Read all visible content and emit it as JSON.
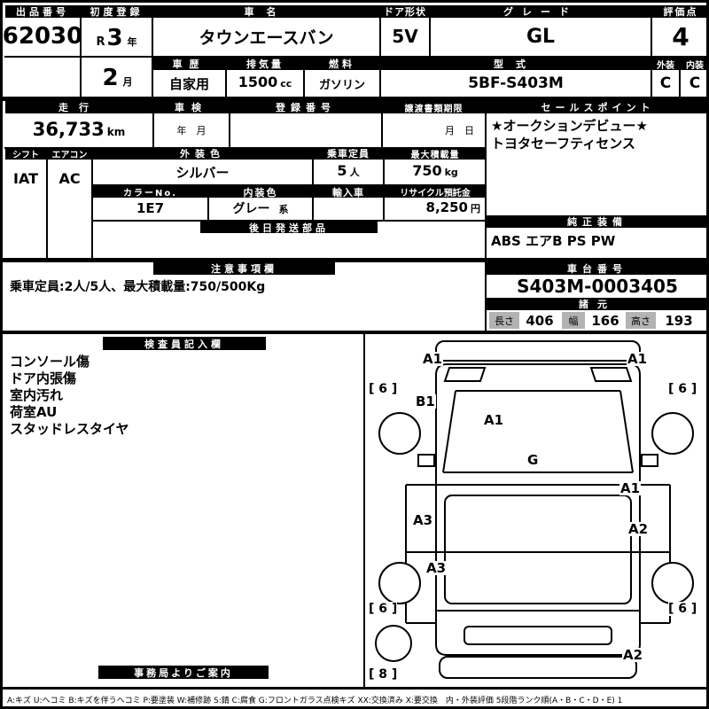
{
  "top": {
    "auction_no_label": "出品番号",
    "auction_no": "62030",
    "first_reg_label": "初度登録",
    "first_reg_era": "R",
    "first_reg_year": "3",
    "first_reg_year_unit": "年",
    "first_reg_month": "2",
    "first_reg_month_unit": "月",
    "car_name_label": "車名",
    "car_name": "タウンエースバン",
    "door_shape_label": "ドア形状",
    "door_shape": "5V",
    "grade_label": "グレード",
    "grade": "GL",
    "score_label": "評価点",
    "score": "4",
    "history_label": "車歴",
    "history": "自家用",
    "displacement_label": "排気量",
    "displacement": "1500",
    "displacement_unit": "cc",
    "fuel_label": "燃料",
    "fuel": "ガソリン",
    "model_code_label": "型式",
    "model_code": "5BF-S403M",
    "exterior_label": "外装",
    "interior_label": "内装",
    "exterior_grade": "C",
    "interior_grade": "C"
  },
  "mid": {
    "mileage_label": "走行",
    "mileage": "36,733",
    "mileage_unit": "km",
    "inspection_label": "車検",
    "inspection_value": "年　月",
    "registration_label": "登録番号",
    "transfer_label": "譲渡書類期限",
    "transfer_value": "月　日",
    "sales_point_label": "セールスポイント",
    "sales_point_line1": "★オークションデビュー★",
    "sales_point_line2": "トヨタセーフティセンス",
    "shift_label": "シフト",
    "shift": "IAT",
    "aircon_label": "エアコン",
    "aircon": "AC",
    "ext_color_label": "外装色",
    "ext_color": "シルバー",
    "capacity_label": "乗車定員",
    "capacity": "5",
    "capacity_unit": "人",
    "max_load_label": "最大積載量",
    "max_load": "750",
    "max_load_unit": "kg",
    "color_no_label": "カラーNo.",
    "color_no": "1E7",
    "int_color_label": "内装色",
    "int_color": "グレー",
    "int_color_suffix": "系",
    "import_label": "輸入車",
    "recycle_label": "リサイクル預託金",
    "recycle": "8,250",
    "recycle_unit": "円",
    "later_parts_label": "後日発送部品",
    "equipment_label": "純正装備",
    "equipment": "ABS エアB PS PW"
  },
  "notes": {
    "caution_label": "注意事項欄",
    "caution_text": "乗車定員:2人/5人、最大積載量:750/500Kg",
    "chassis_label": "車台番号",
    "chassis_no": "S403M-0003405",
    "spec_label": "諸元",
    "length_label": "長さ",
    "length": "406",
    "width_label": "幅",
    "width": "166",
    "height_label": "高さ",
    "height": "193"
  },
  "inspector": {
    "label": "検査員記入欄",
    "items": [
      "コンソール傷",
      "ドア内張傷",
      "室内汚れ",
      "荷室AU",
      "スタッドレスタイヤ"
    ],
    "office_label": "事務局よりご案内"
  },
  "diagram": {
    "damage_marks": [
      "A1",
      "A1",
      "B1",
      "A1",
      "G",
      "A1",
      "A3",
      "A2",
      "A3",
      "A2"
    ],
    "tire_depths": [
      "6",
      "6",
      "6",
      "6",
      "8"
    ]
  },
  "legend": {
    "text": "A:キズ U:ヘコミ B:キズを伴うヘコミ P:要塗装 W:補修跡 S:錆 C:腐食 G:フロントガラス点検キズ XX:交換済み X:要交換　内・外装評価 5段階ランク順(A・B・C・D・E) 1"
  }
}
